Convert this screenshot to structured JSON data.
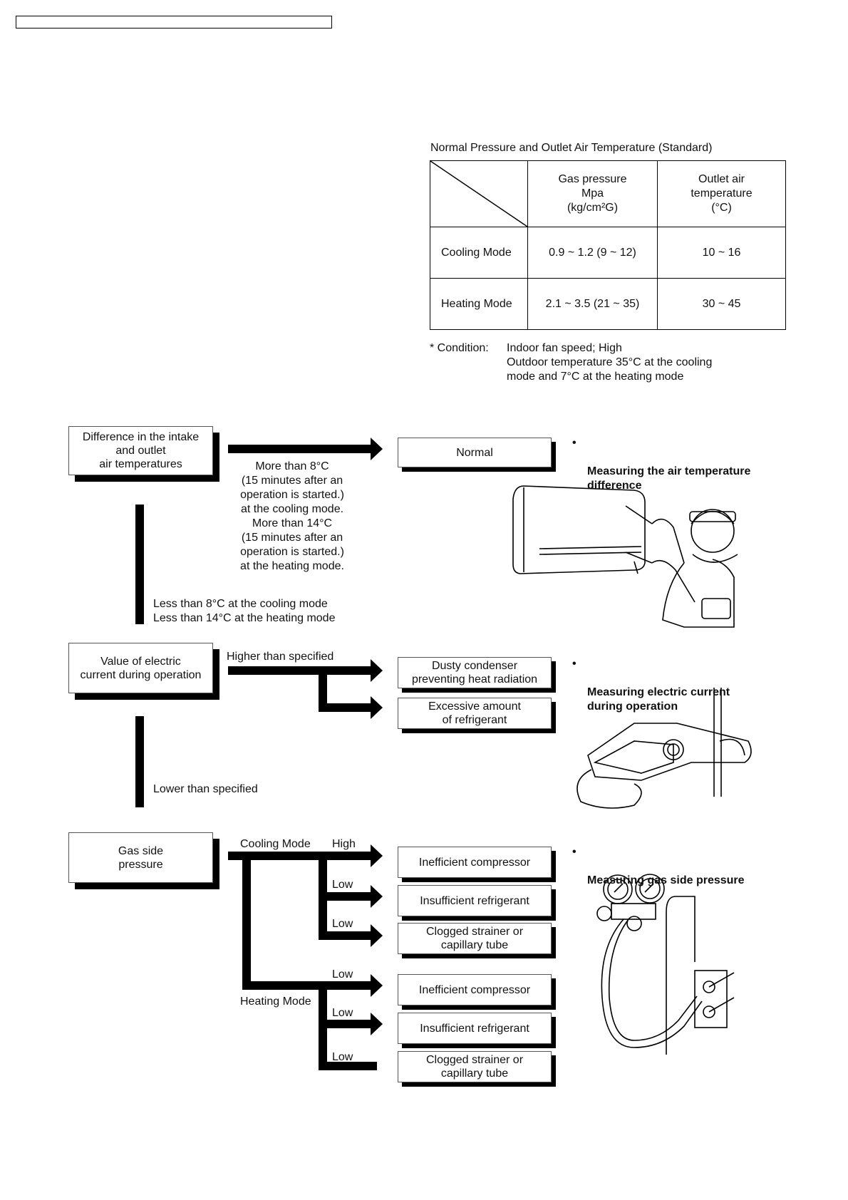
{
  "table": {
    "title": "Normal Pressure and Outlet Air Temperature (Standard)",
    "col_gas": "Gas pressure\nMpa\n(kg/cm²G)",
    "col_outlet": "Outlet air\ntemperature\n(°C)",
    "rows": [
      {
        "mode": "Cooling Mode",
        "gas": "0.9 ~ 1.2 (9 ~ 12)",
        "outlet": "10 ~ 16"
      },
      {
        "mode": "Heating Mode",
        "gas": "2.1 ~ 3.5 (21 ~ 35)",
        "outlet": "30 ~ 45"
      }
    ],
    "condition_label": "* Condition:",
    "condition_lines": [
      "Indoor fan speed; High",
      "Outdoor temperature 35°C at the cooling",
      "mode and 7°C at the heating mode"
    ]
  },
  "flow": {
    "check1": "Difference in the intake\nand outlet\nair temperatures",
    "normal": "Normal",
    "normal_condition": "More than 8°C\n(15 minutes after an\noperation is started.)\nat the cooling mode.\nMore than 14°C\n(15 minutes after an\noperation is started.)\nat the heating mode.",
    "less_condition": "Less than 8°C at the cooling mode\nLess than 14°C at the heating mode",
    "check2": "Value of electric\ncurrent during operation",
    "higher": "Higher than specified",
    "dusty": "Dusty condenser\npreventing heat radiation",
    "excessive": "Excessive amount\nof refrigerant",
    "lower": "Lower than specified",
    "check3": "Gas side\npressure",
    "cooling_mode": "Cooling Mode",
    "heating_mode": "Heating Mode",
    "high": "High",
    "low": "Low",
    "result_inefficient": "Inefficient compressor",
    "result_insufficient": "Insufficient refrigerant",
    "result_clogged": "Clogged strainer or\ncapillary tube"
  },
  "notes": {
    "air": "Measuring the air temperature\ndifference",
    "current": "Measuring electric current\nduring operation",
    "gas": "Measuring gas side pressure",
    "bullet": "•"
  }
}
